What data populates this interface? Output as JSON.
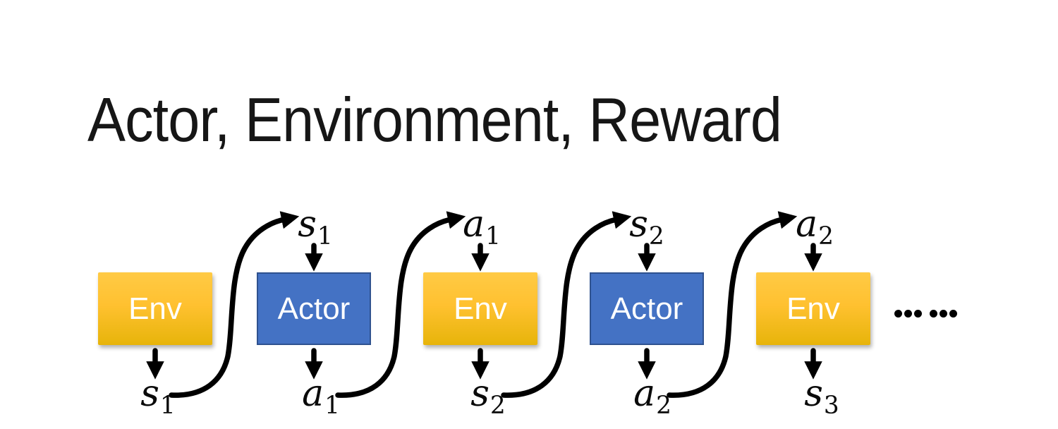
{
  "title": "Actor, Environment, Reward",
  "colors": {
    "title": "#161616",
    "env_gradient_top": "#FFCA45",
    "env_gradient_bottom": "#E7B40A",
    "actor_fill": "#4472C4",
    "actor_border": "#2F528F",
    "box_text": "#FFFFFF",
    "arrow": "#000000"
  },
  "diagram": {
    "nodes": [
      {
        "label": "Env",
        "type": "env"
      },
      {
        "label": "Actor",
        "type": "actor"
      },
      {
        "label": "Env",
        "type": "env"
      },
      {
        "label": "Actor",
        "type": "actor"
      },
      {
        "label": "Env",
        "type": "env"
      }
    ],
    "top_labels": [
      {
        "base": "s",
        "sub": "1"
      },
      {
        "base": "a",
        "sub": "1"
      },
      {
        "base": "s",
        "sub": "2"
      },
      {
        "base": "a",
        "sub": "2"
      }
    ],
    "bottom_labels": [
      {
        "base": "s",
        "sub": "1"
      },
      {
        "base": "a",
        "sub": "1"
      },
      {
        "base": "s",
        "sub": "2"
      },
      {
        "base": "a",
        "sub": "2"
      },
      {
        "base": "s",
        "sub": "3"
      }
    ],
    "ellipsis_dot_count": 6
  }
}
